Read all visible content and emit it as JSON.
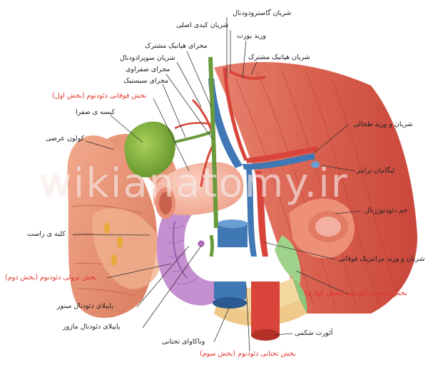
{
  "colors": {
    "label_text": "#222222",
    "duodenum_label": "#e0302a",
    "artery": "#d9453a",
    "vein": "#3f78b5",
    "duct": "#6a9a3c",
    "gallbladder": "#7fb23a",
    "colon": "#e08a6a",
    "muscle": "#d9604f",
    "duodenum_part1": "#f2b6a8",
    "duodenum_part2": "#c58fd0",
    "duodenum_part3": "#f5d7a0",
    "duodenum_part4": "#9fd28a"
  },
  "watermark": "wikianatomy.ir",
  "labels": {
    "gastroduodenal_artery": "شریان گاسترودودنال",
    "common_hepatic_artery": "شریان کبدی اصلی",
    "portal_vein": "ورید پورت",
    "common_hepatic_duct": "مجرای هپاتیک مشترک",
    "common_hepatic_artery_2": "شریان هپاتیک مشترک",
    "supraduodenal_artery": "شریان سوپرادودنال",
    "bile_duct": "مجرای صفراوی",
    "cystic_duct": "مجرای سیستیک",
    "duodenum_superior": "بخش فوقانی دئودنوم (بخش اول)",
    "gallbladder": "کیسه ی صفرا",
    "splenic_artery_vein": "شریان و ورید طحالی",
    "transverse_colon": "کولون عرضی",
    "treitz_ligament": "لیگامان ترایتز",
    "duodenojejunal_flexure": "خم دئودنوژژنال",
    "right_kidney": "کلیه ی راست",
    "superior_mesenteric": "شریان و ورید مزانتریک فوقانی",
    "duodenum_descending": "بخش نزولی دئودنوم (بخش دوم)",
    "duodenum_ascending": "بخش صعودی دئودنوم (بخش چهارم)",
    "minor_papilla": "پاپیلای دئودنال مینور",
    "major_papilla": "پاپیلای دئودنال ماژور",
    "ivc": "وناکاوای تحتانی",
    "aorta": "آئورت شکمی",
    "duodenum_horizontal": "بخش تحتانی دئودنوم (بخش سوم)"
  }
}
